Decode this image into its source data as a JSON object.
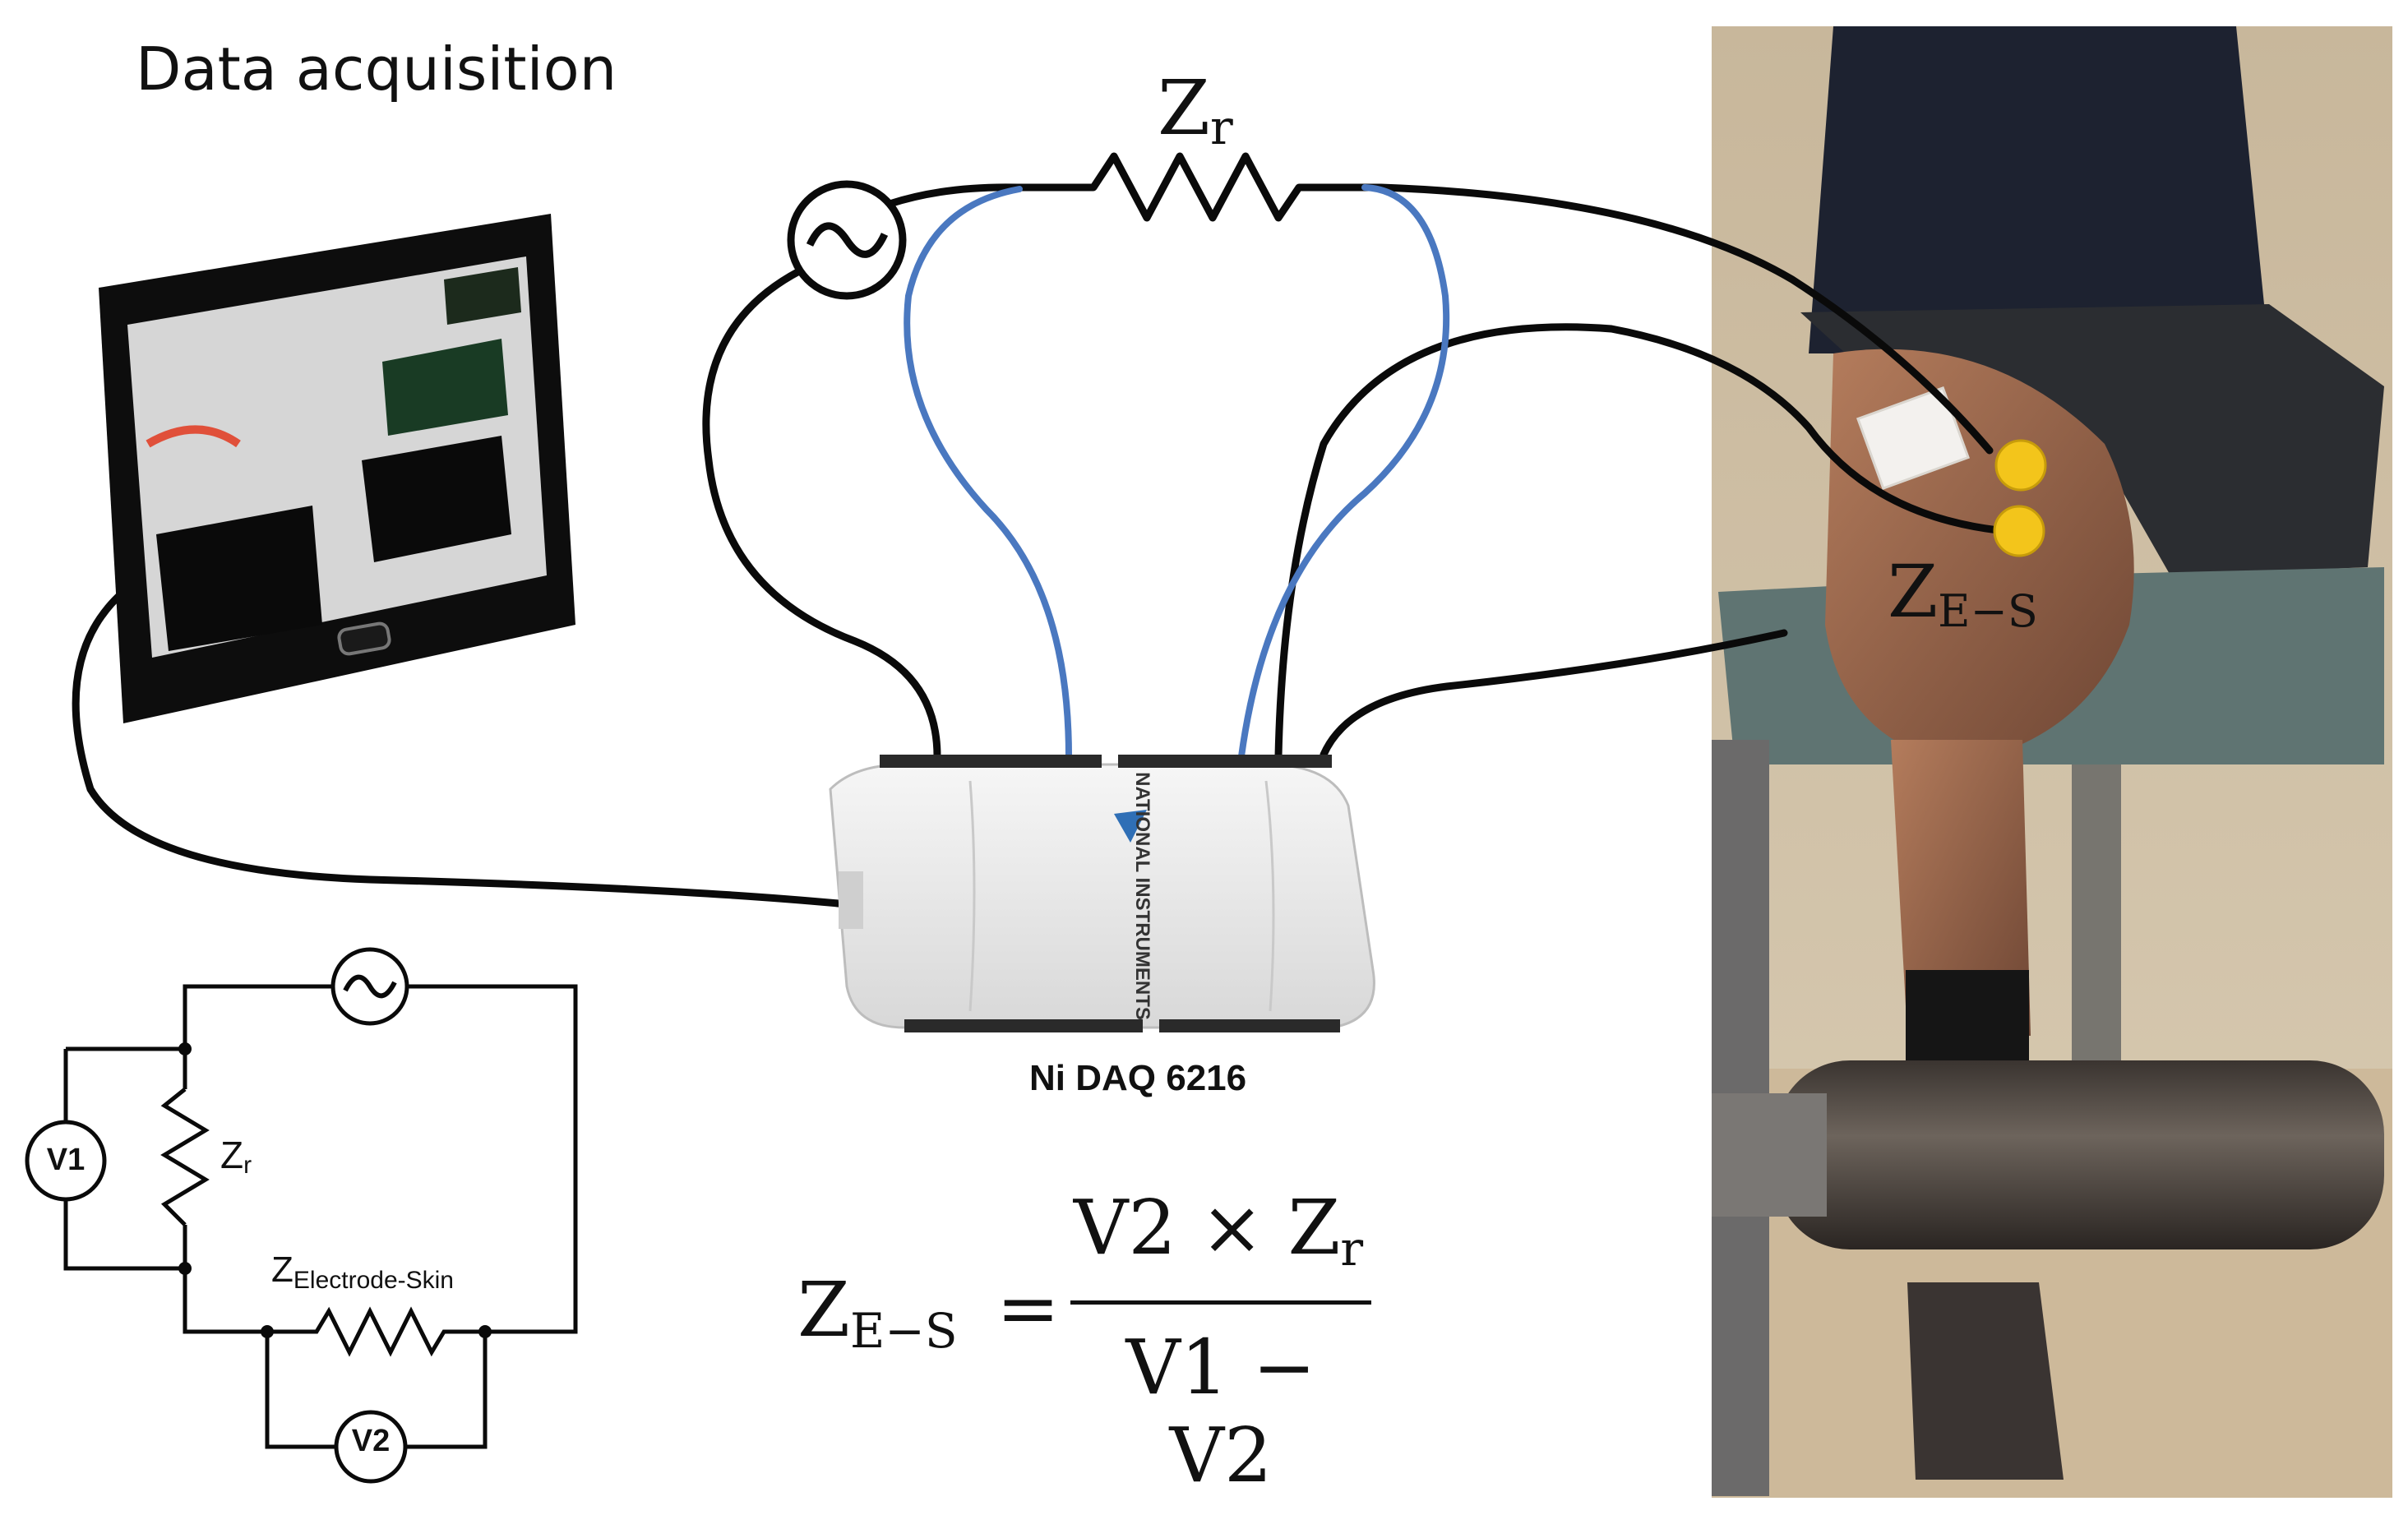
{
  "title": "Data acquisition",
  "resistor_label": {
    "base": "Z",
    "sub": "r"
  },
  "electrode_label": {
    "base": "Z",
    "sub": "E−S"
  },
  "daq_caption": "Ni DAQ 6216",
  "daq_brand": "NATIONAL INSTRUMENTS",
  "formula": {
    "lhs_base": "Z",
    "lhs_sub": "E−S",
    "equals": "=",
    "num_text": "V2 × Z",
    "num_sub": "r",
    "den": "V1 − V2"
  },
  "circuit": {
    "source_symbol": "~",
    "v1": "V1",
    "v2": "V2",
    "zr_base": "Z",
    "zr_sub": "r",
    "zes_base": "Z",
    "zes_sub": "Electrode-Skin"
  },
  "colors": {
    "wire_black": "#0a0a0a",
    "wire_blue": "#4a78c0",
    "electrode_yellow": "#f3c51b",
    "daq_body": "#eeeeee",
    "screen_bg": "#d6d6d6"
  }
}
